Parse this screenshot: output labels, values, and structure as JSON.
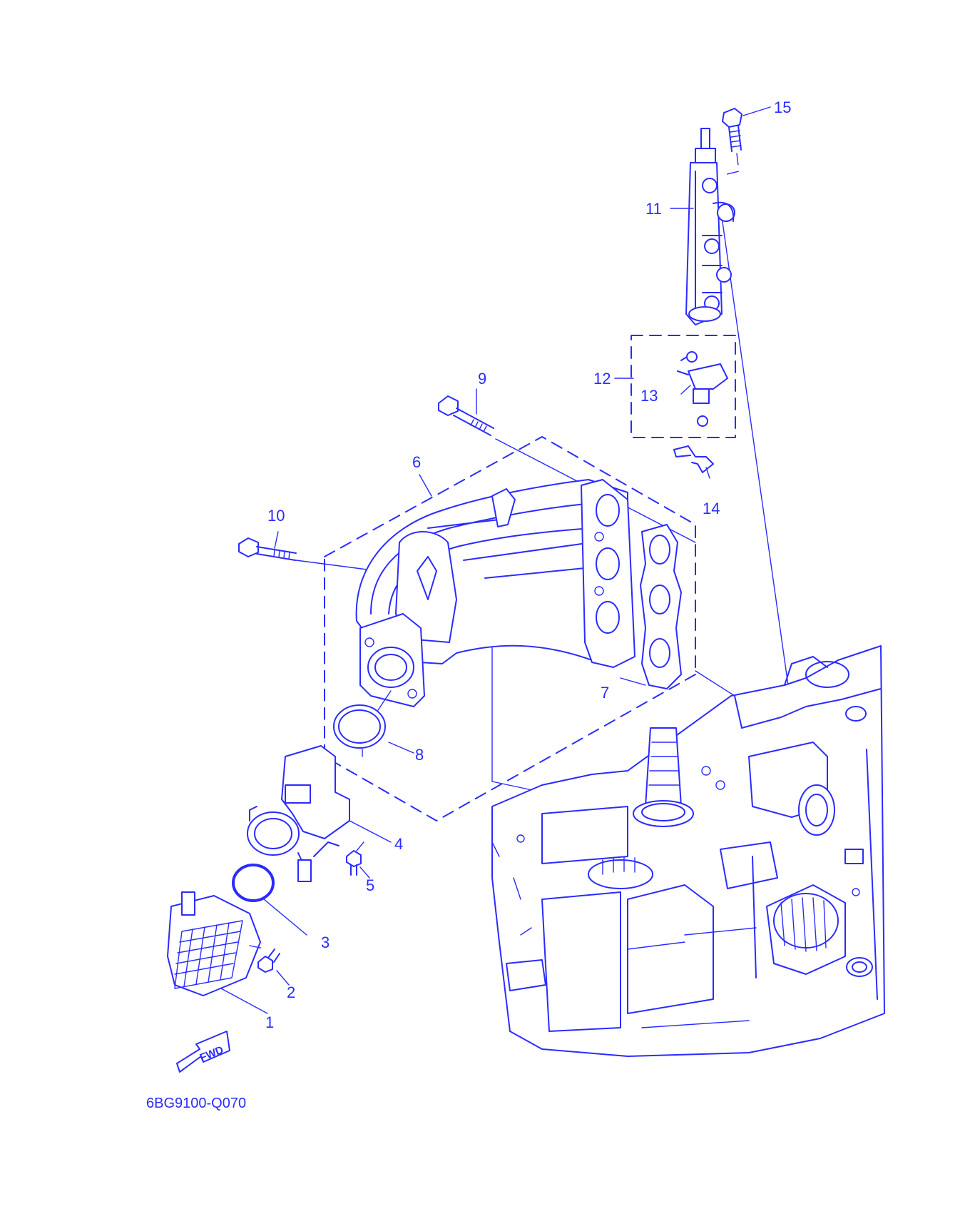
{
  "diagram": {
    "code": "6BG9100-Q070",
    "direction_label": "FWD",
    "stroke_color": "#2b2bff",
    "background_color": "#ffffff",
    "callouts": [
      {
        "id": "1",
        "label": "1"
      },
      {
        "id": "2",
        "label": "2"
      },
      {
        "id": "3",
        "label": "3"
      },
      {
        "id": "4",
        "label": "4"
      },
      {
        "id": "5",
        "label": "5"
      },
      {
        "id": "6",
        "label": "6"
      },
      {
        "id": "7",
        "label": "7"
      },
      {
        "id": "8",
        "label": "8"
      },
      {
        "id": "9",
        "label": "9"
      },
      {
        "id": "10",
        "label": "10"
      },
      {
        "id": "11",
        "label": "11"
      },
      {
        "id": "12",
        "label": "12"
      },
      {
        "id": "13",
        "label": "13"
      },
      {
        "id": "14",
        "label": "14"
      },
      {
        "id": "15",
        "label": "15"
      }
    ]
  }
}
